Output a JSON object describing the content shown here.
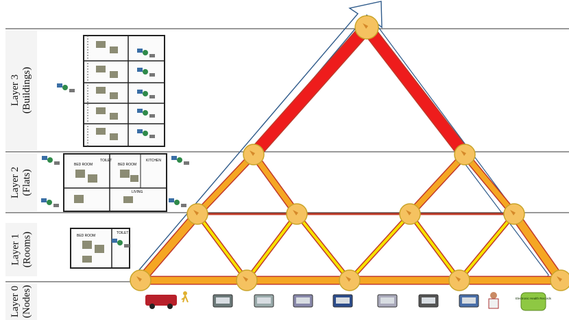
{
  "layers": [
    {
      "id": "layer3",
      "line1": "Layer 3",
      "line2": "(Buildings)"
    },
    {
      "id": "layer2",
      "line1": "Layer  2",
      "line2": "(Flats)"
    },
    {
      "id": "layer1",
      "line1": "Layer 1",
      "line2": "(Rooms)"
    },
    {
      "id": "layer0",
      "line1": "Layer 0",
      "line2": "(Nodes)"
    }
  ],
  "floorplan_labels": {
    "bed_room": "BED ROOM",
    "kitchen": "KITCHEN",
    "toilet": "TOILET",
    "living": "LIVING"
  },
  "node_devices": [
    {
      "icon": "ambulance-icon"
    },
    {
      "icon": "person-walking-icon"
    },
    {
      "icon": "workstation-icon"
    },
    {
      "icon": "network-cluster-icon"
    },
    {
      "icon": "medical-equipment-icon"
    },
    {
      "icon": "patient-monitor-icon"
    },
    {
      "icon": "sensor-device-icon"
    },
    {
      "icon": "laptop-icon"
    },
    {
      "icon": "display-panel-icon"
    },
    {
      "icon": "doctor-icon"
    },
    {
      "icon": "database-icon",
      "label": "Electronic Health Records"
    }
  ],
  "colors": {
    "edge_top": "#ee1c1c",
    "edge_mid": "#f5a623",
    "edge_low": "#f7e200",
    "node_fill": "#f5c260",
    "node_stroke": "#c9a42a",
    "arrow_outline": "#2e5a8a",
    "edge_border": "#c0392b",
    "grid_line": "#333333"
  }
}
